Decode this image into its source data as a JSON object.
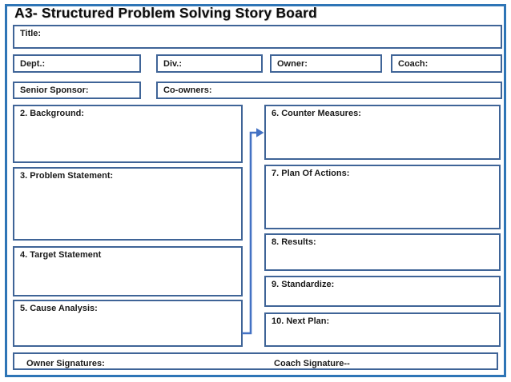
{
  "page": {
    "title": "A3- Structured Problem Solving Story Board"
  },
  "header_fields": {
    "title_label": "Title:",
    "dept_label": "Dept.:",
    "div_label": "Div.:",
    "owner_label": "Owner:",
    "coach_label": "Coach:",
    "senior_sponsor_label": "Senior Sponsor:",
    "co_owners_label": "Co-owners:"
  },
  "sections": {
    "background": "2. Background:",
    "problem_statement": "3. Problem Statement:",
    "target_statement": "4. Target Statement",
    "cause_analysis": "5. Cause Analysis:",
    "counter_measures": "6. Counter Measures:",
    "plan_of_actions": "7. Plan Of Actions:",
    "results": "8. Results:",
    "standardize": "9. Standardize:",
    "next_plan": "10. Next Plan:"
  },
  "footer": {
    "owner_signatures_label": "Owner Signatures:",
    "coach_signature_label": "Coach Signature--"
  },
  "connector": {
    "description": "elbow arrow from Cause Analysis box up to Counter Measures box"
  },
  "colors": {
    "frame_border": "#2E75B6",
    "box_border": "#3F6497",
    "arrow": "#4472C4",
    "text": "#1A1A1A",
    "background": "#FFFFFF"
  }
}
